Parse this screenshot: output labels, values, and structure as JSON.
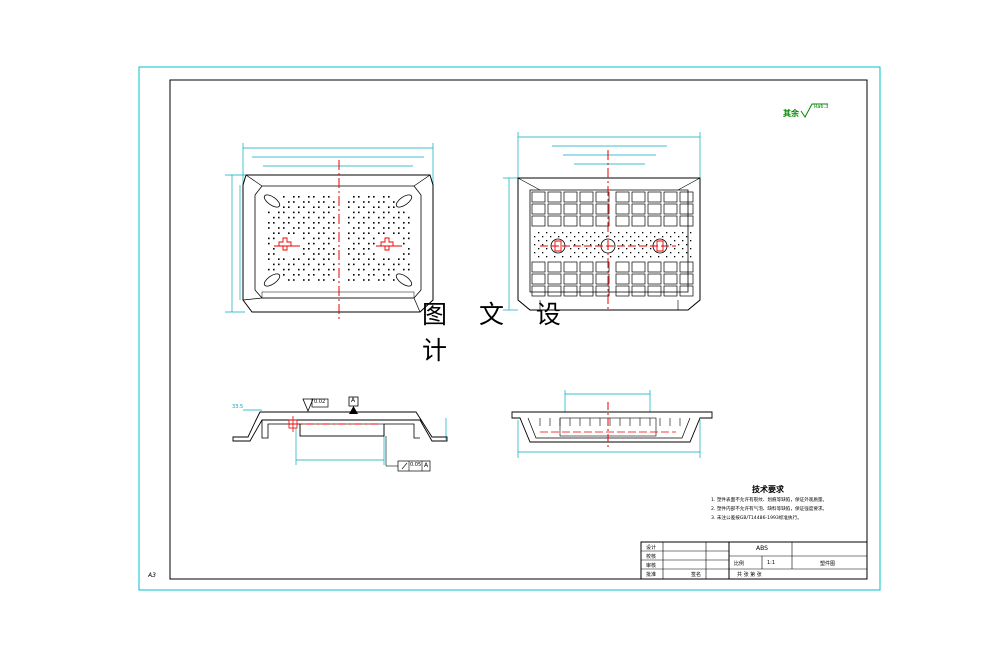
{
  "watermark": "图 文 设 计",
  "sheet_size": "A3",
  "roughness": {
    "prefix": "其余",
    "value": "Ra6.3"
  },
  "tech_requirements": {
    "title": "技术要求",
    "items": [
      "1. 塑件表面不允许有裂纹、划痕等缺陷，保证外观质量。",
      "2. 塑件内部不允许有气泡、缺料等缺陷，保证强度要求。",
      "3. 未注公差按GB/T14486-1993标准执行。"
    ]
  },
  "title_block": {
    "material": "ABS",
    "scale_label": "比例",
    "scale_value": "1:1",
    "part_name": "塑件图",
    "rows": [
      "设计",
      "校核",
      "审核",
      "批准"
    ],
    "sign_label": "签名",
    "sheet_label": "共  张  第  张"
  },
  "annotations": {
    "datum": "A",
    "flatness": "0.02",
    "gdt_tol": "0.05",
    "side_depth": "33.5"
  },
  "colors": {
    "frame": "#00c0d0",
    "line": "#000000",
    "dim": "#00aabb",
    "center": "#ee0000",
    "green": "#008800"
  }
}
